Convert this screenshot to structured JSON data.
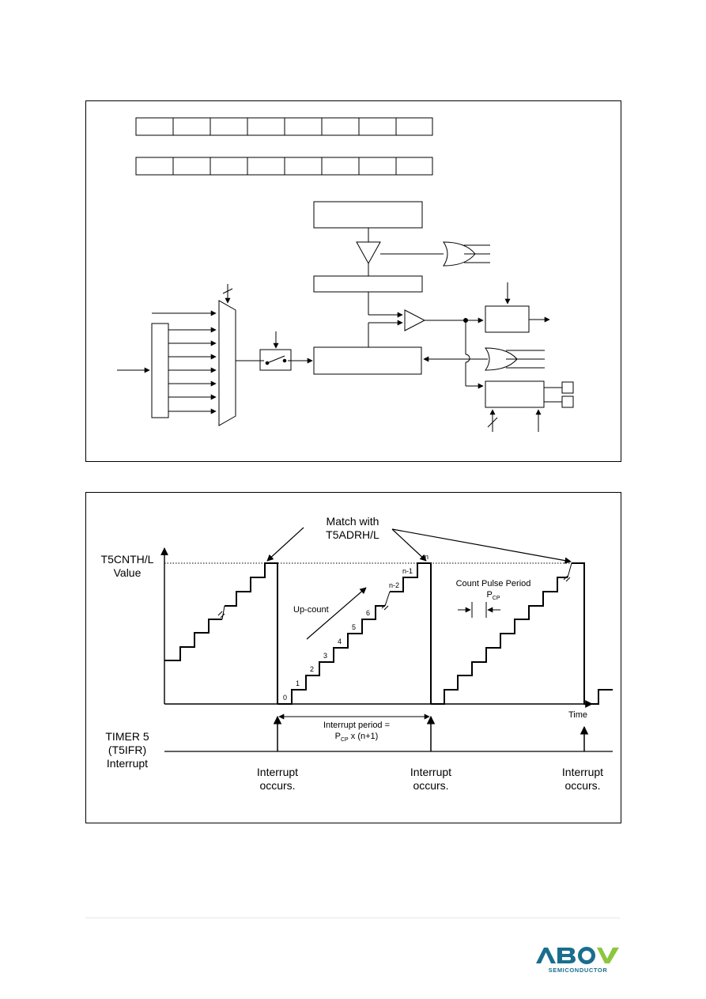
{
  "timing": {
    "match_label_line1": "Match with",
    "match_label_line2": "T5ADRH/L",
    "y_axis_line1": "T5CNTH/L",
    "y_axis_line2": "Value",
    "up_count": "Up-count",
    "count_pulse_period": "Count Pulse Period",
    "pcp_main": "P",
    "pcp_sub": "CP",
    "interrupt_period_line1": "Interrupt period =",
    "interrupt_period_line2_a": "P",
    "interrupt_period_line2_sub": "CP",
    "interrupt_period_line2_b": " x (n+1)",
    "time_label": "Time",
    "timer_line1": "TIMER 5",
    "timer_line2": "(T5IFR)",
    "timer_line3": "Interrupt",
    "interrupt_line1": "Interrupt",
    "interrupt_line2": "occurs.",
    "step_labels": [
      "0",
      "1",
      "2",
      "3",
      "4",
      "5",
      "6",
      "n-2",
      "n-1",
      "n"
    ]
  },
  "logo": {
    "brand": "ABOV",
    "tagline": "SEMICONDUCTOR",
    "colors": {
      "primary": "#1a6e8e",
      "accent": "#8cc63f",
      "text": "#1a6e8e"
    }
  }
}
